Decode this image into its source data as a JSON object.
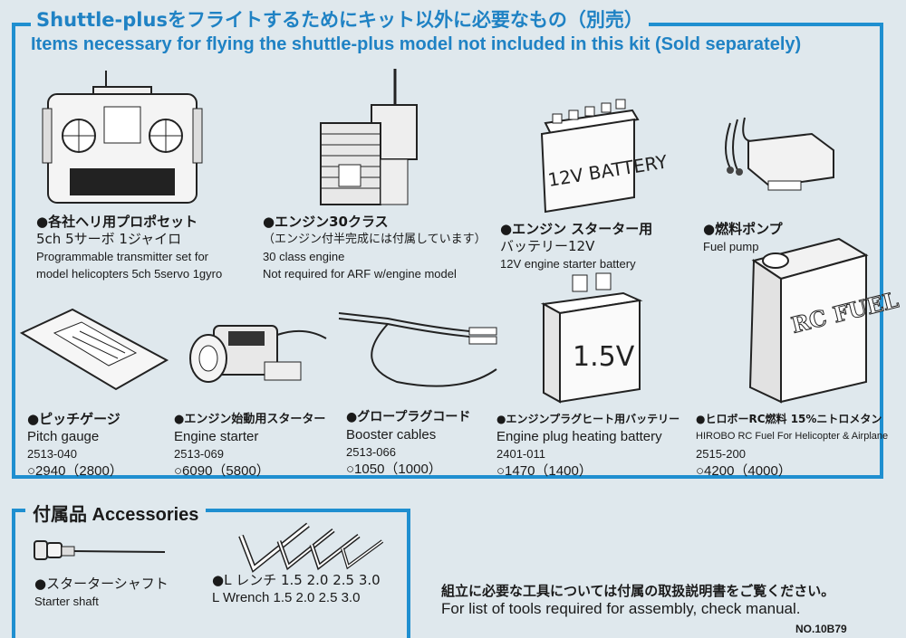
{
  "title": {
    "jp": "Shuttle-plusをフライトするためにキット以外に必要なもの（別売）",
    "en": "Items necessary for flying the shuttle-plus model not included in this kit (Sold separately)"
  },
  "items": [
    {
      "lines": [
        "●各社ヘリ用プロポセット",
        "5ch 5サーボ 1ジャイロ",
        "Programmable transmitter set for",
        "model helicopters 5ch 5servo 1gyro"
      ]
    },
    {
      "lines": [
        "●エンジン30クラス",
        "（エンジン付半完成には付属しています）",
        "30 class engine",
        "Not required for ARF w/engine model"
      ]
    },
    {
      "lines": [
        "●エンジン スターター用",
        "バッテリー12V",
        "12V engine starter battery"
      ],
      "label_on_art": "12V BATTERY"
    },
    {
      "lines": [
        "●燃料ポンプ",
        "Fuel pump"
      ]
    },
    {
      "lines": [
        "●ピッチゲージ",
        "Pitch gauge",
        "2513-040",
        "○2940（2800）"
      ]
    },
    {
      "lines": [
        "●エンジン始動用スターター",
        "Engine starter",
        "2513-069",
        "○6090（5800）"
      ]
    },
    {
      "lines": [
        "●グロープラグコード",
        "Booster cables",
        "2513-066",
        "○1050（1000）"
      ]
    },
    {
      "lines": [
        "●エンジンプラグヒート用バッテリー",
        "Engine plug heating battery",
        "2401-011",
        "○1470（1400）"
      ],
      "label_on_art": "1.5V"
    },
    {
      "lines": [
        "●ヒロボーRC燃料 15%ニトロメタン",
        "HIROBO RC Fuel For Helicopter & Airplane",
        "2515-200",
        "○4200（4000）"
      ],
      "label_on_art": "RC FUEL"
    }
  ],
  "accessories": {
    "title": "付属品 Accessories",
    "shaft": [
      "●スターターシャフト",
      "Starter shaft"
    ],
    "wrench": [
      "●L レンチ 1.5 2.0 2.5 3.0",
      "L Wrench 1.5 2.0 2.5 3.0"
    ]
  },
  "note": {
    "jp": "組立に必要な工具については付属の取扱説明書をご覧ください。",
    "en": "For list of tools required for assembly, check manual."
  },
  "doc_no": "NO.10B79"
}
